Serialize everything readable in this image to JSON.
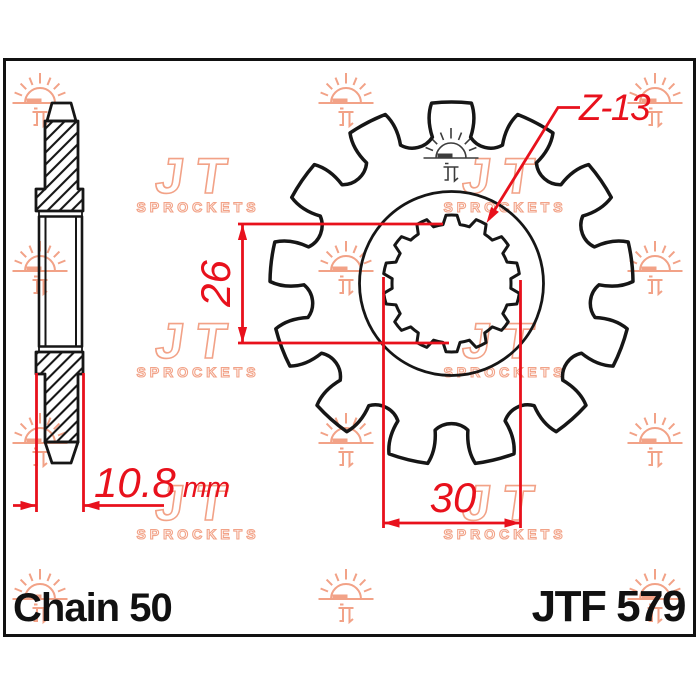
{
  "drawing": {
    "part_number": "JTF 579",
    "chain_label": "Chain 50",
    "teeth_callout": "Z-13",
    "dim_bore_minor": "26",
    "dim_spline_major": "30",
    "dim_width_value": "10.8",
    "dim_width_unit": "mm"
  },
  "sprocket": {
    "teeth": 13,
    "spline_teeth": 14
  },
  "watermark": {
    "logo_letters": "JT",
    "brand_text": "SPROCKETS"
  },
  "colors": {
    "dimension_red": "#e8111c",
    "drawing_black": "#161616",
    "watermark_salmon": "#f2a287",
    "logo_gray": "#3c3c3c"
  }
}
